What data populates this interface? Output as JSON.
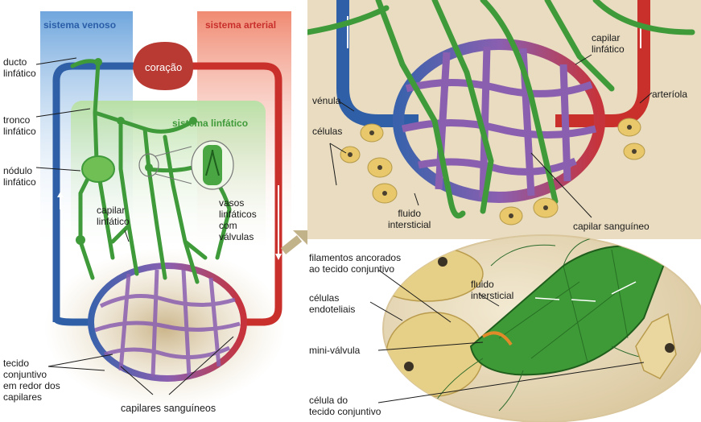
{
  "headers": {
    "venous": "sistema venoso",
    "arterial": "sistema arterial",
    "heart": "coração",
    "lymphatic": "sistema linfático"
  },
  "left_labels": {
    "ducto": "ducto\nlinfático",
    "tronco": "tronco\nlinfático",
    "nodulo": "nódulo\nlinfático",
    "capilar": "capilar\nlinfático",
    "vasos": "vasos\nlinfáticos\ncom\nválvulas",
    "tecido": "tecido\nconjuntivo\nem redor dos\ncapilares",
    "capilares": "capilares sanguíneos"
  },
  "upper_right_labels": {
    "capilar": "capilar\nlinfático",
    "venula": "vénula",
    "arteriola": "arteríola",
    "celulas": "células",
    "fluido": "fluido\nintersticial",
    "capilar_sang": "capilar sanguíneo"
  },
  "lower_right_labels": {
    "filamentos": "filamentos ancorados\nao tecido conjuntivo",
    "fluido": "fluido\nintersticial",
    "celulas_end": "células\nendoteliais",
    "mini_valvula": "mini-válvula",
    "celula_tecido": "célula do\ntecido conjuntivo"
  },
  "colors": {
    "venous": "#2f5fa6",
    "arterial": "#c9302c",
    "lymph": "#3f9a3a",
    "capillary": "#8a5fb0",
    "tissue": "#e9dcc0"
  }
}
